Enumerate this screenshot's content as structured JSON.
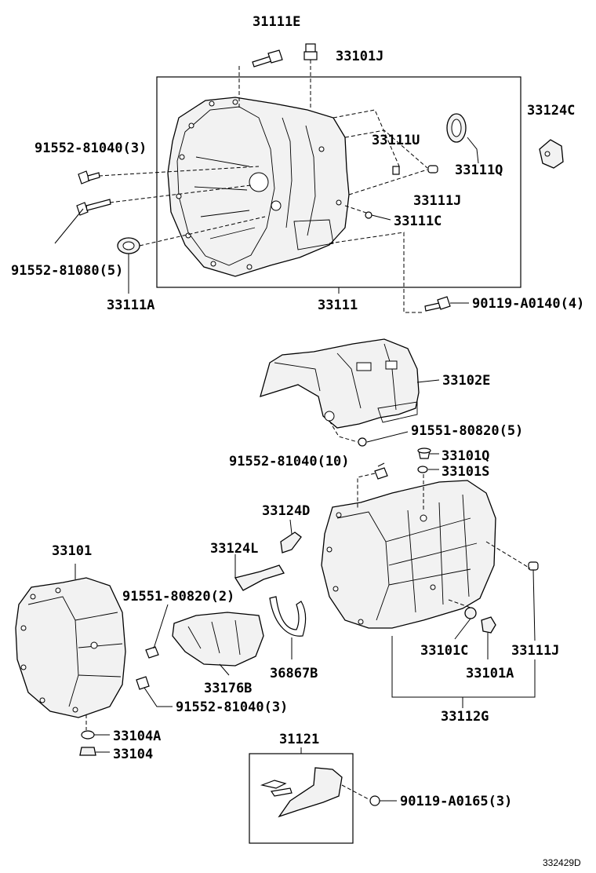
{
  "labels": {
    "p31111E": "31111E",
    "p33101J": "33101J",
    "p33124C": "33124C",
    "p91552_81040_3a": "91552-81040(3)",
    "p33111U": "33111U",
    "p33111Q": "33111Q",
    "p33111J_a": "33111J",
    "p33111C": "33111C",
    "p91552_81080_5": "91552-81080(5)",
    "p33111A": "33111A",
    "p33111": "33111",
    "p90119_A0140_4": "90119-A0140(4)",
    "p33102E": "33102E",
    "p91551_80820_5": "91551-80820(5)",
    "p91552_81040_10": "91552-81040(10)",
    "p33101Q": "33101Q",
    "p33101S": "33101S",
    "p33124D": "33124D",
    "p33101": "33101",
    "p33124L": "33124L",
    "p91551_80820_2": "91551-80820(2)",
    "p33101C": "33101C",
    "p33111J_b": "33111J",
    "p33101A": "33101A",
    "p36867B": "36867B",
    "p33176B": "33176B",
    "p91552_81040_3b": "91552-81040(3)",
    "p33112G": "33112G",
    "p33104A": "33104A",
    "p33104": "33104",
    "p31121": "31121",
    "p90119_A0165_3": "90119-A0165(3)",
    "diagram_id": "332429D"
  }
}
